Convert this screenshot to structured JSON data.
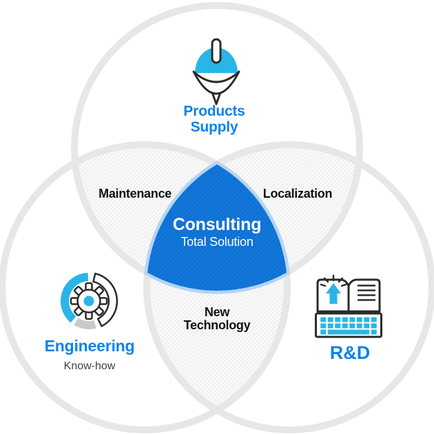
{
  "diagram": {
    "center": {
      "title": "Consulting",
      "subtitle": "Total Solution"
    },
    "circles": {
      "products_supply": {
        "line1": "Products",
        "line2": "Supply",
        "icon": "spinning-top-icon"
      },
      "engineering": {
        "title": "Engineering",
        "subtitle": "Know-how",
        "icon": "gear-progress-icon"
      },
      "rnd": {
        "title": "R&D",
        "icon": "open-book-keyboard-icon"
      }
    },
    "overlaps": {
      "maintenance": "Maintenance",
      "localization": "Localization",
      "new_technology_line1": "New",
      "new_technology_line2": "Technology"
    },
    "colors": {
      "center_fill": "#0e71d5",
      "center_halo": "#9cc6ef",
      "label_blue": "#0d83e8",
      "icon_cyan": "#29b5e8",
      "circle_border": "#e7e7e7",
      "hatch_base": "#fafafa",
      "hatch_line": "#ececec",
      "icon_outline": "#2b2b2b",
      "donut_gray": "#c9c9c9",
      "dark_text": "#111111",
      "subtext_gray": "#3f3f3f"
    }
  }
}
